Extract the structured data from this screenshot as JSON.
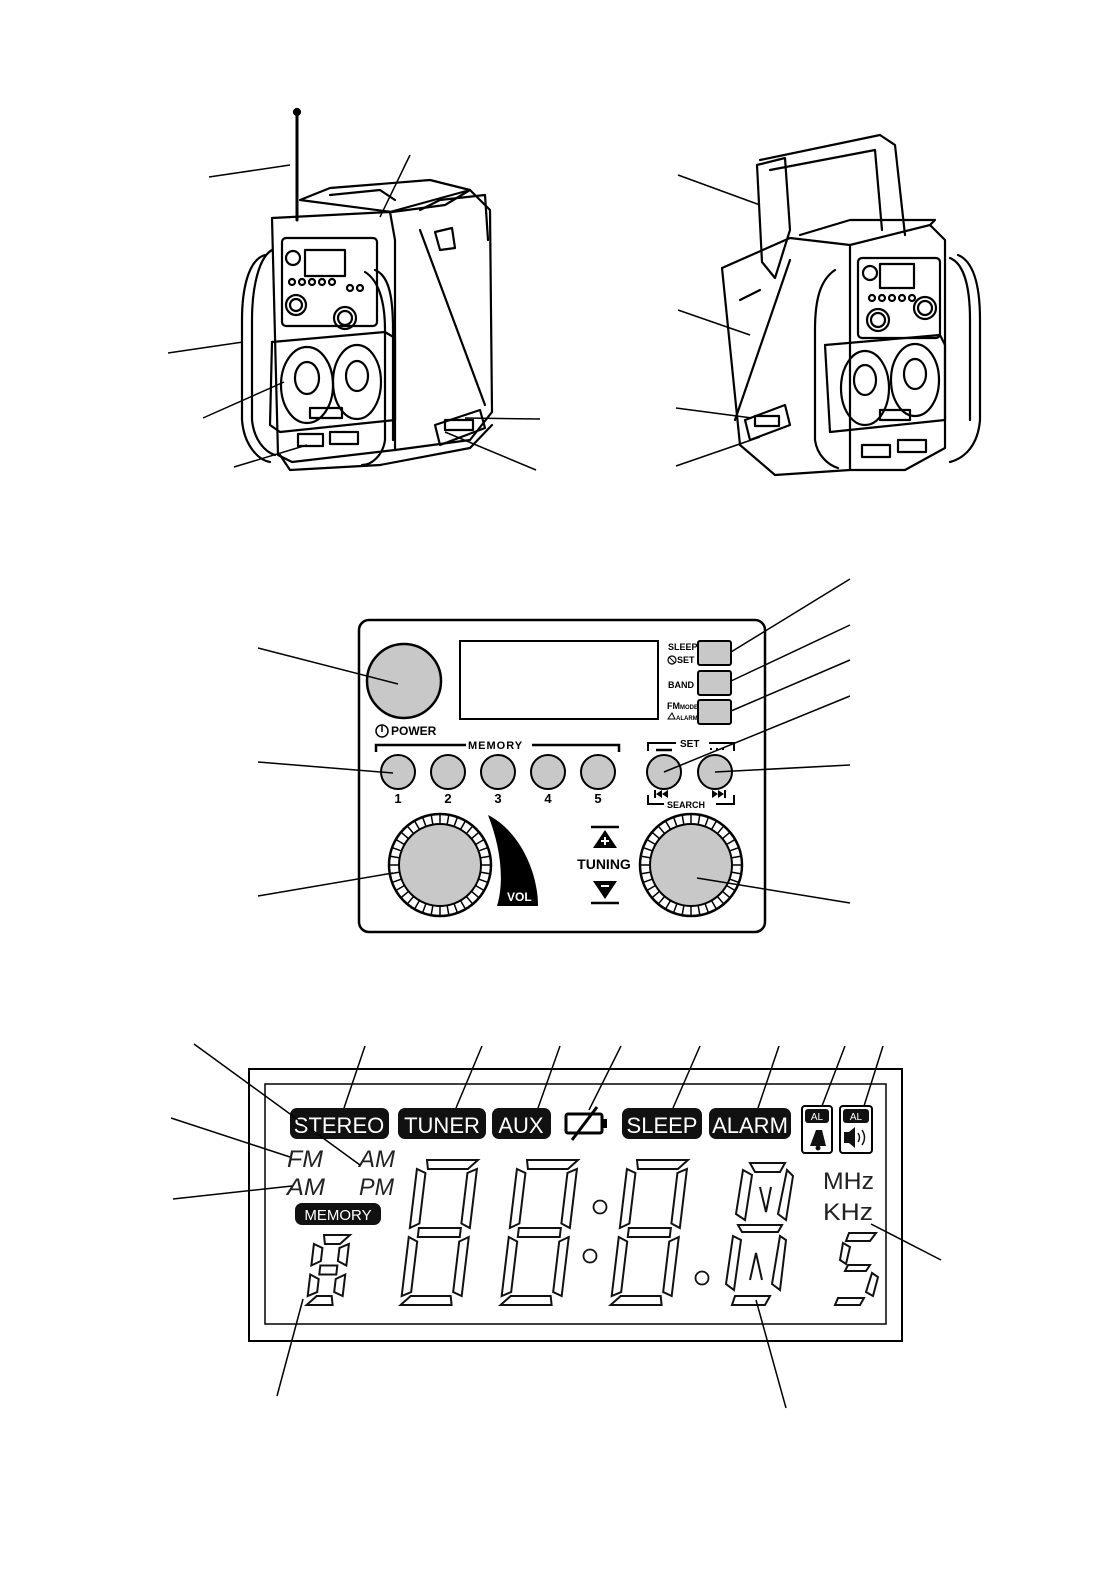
{
  "panel": {
    "sleep_label_1": "SLEEP",
    "sleep_label_2": "SET",
    "band_label": "BAND",
    "fm_mode_label_1": "FM",
    "fm_mode_label_2": "MODE",
    "fm_mode_label_3": "ALARM",
    "power_label": "POWER",
    "memory_label": "MEMORY",
    "set_label": "SET",
    "search_label": "SEARCH",
    "memory_buttons": [
      "1",
      "2",
      "3",
      "4",
      "5"
    ],
    "tuning_label": "TUNING",
    "vol_label": "VOL"
  },
  "display": {
    "stereo": "STEREO",
    "tuner": "TUNER",
    "aux": "AUX",
    "sleep": "SLEEP",
    "alarm": "ALARM",
    "al_1": "AL",
    "al_2": "AL",
    "fm": "FM",
    "am_left": "AM",
    "am_right": "AM",
    "pm": "PM",
    "memory": "MEMORY",
    "mhz": "MHz",
    "khz": "KHz"
  }
}
